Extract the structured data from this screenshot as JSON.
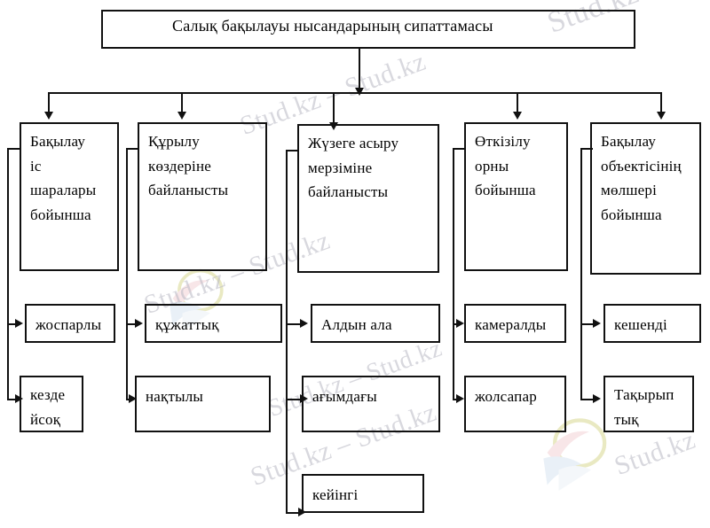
{
  "diagram": {
    "title": "Салық бақылауы нысандарының сипаттамасы",
    "language": "kk",
    "background_color": "#ffffff",
    "line_color": "#111111",
    "text_color": "#000000"
  },
  "root": {
    "label": "Салық бақылауы нысандарының сипаттамасы"
  },
  "columns": [
    {
      "id": "col-1",
      "header": "Бақылау іс шаралары бойынша",
      "header_lines": [
        "Бақылау",
        "іс",
        "шаралары",
        "бойынша"
      ],
      "children": [
        {
          "label": "жоспарлы",
          "lines": [
            "жоспарлы"
          ]
        },
        {
          "label": "кездейсоқ",
          "lines": [
            "кезде",
            "йсоқ"
          ]
        }
      ]
    },
    {
      "id": "col-2",
      "header": "Құрылу көздеріне байланысты",
      "header_lines": [
        "Құрылу",
        "көздеріне",
        "байланысты"
      ],
      "children": [
        {
          "label": "құжаттық",
          "lines": [
            "құжаттық"
          ]
        },
        {
          "label": "нақтылы",
          "lines": [
            "нақтылы"
          ]
        }
      ]
    },
    {
      "id": "col-3",
      "header": "Жүзеге асыру мерзіміне байланысты",
      "header_lines": [
        "Жүзеге асыру",
        "мерзіміне",
        "байланысты"
      ],
      "children": [
        {
          "label": "Алдын ала",
          "lines": [
            "Алдын ала"
          ]
        },
        {
          "label": "ағымдағы",
          "lines": [
            "ағымдағы"
          ]
        },
        {
          "label": "кейінгі",
          "lines": [
            "кейінгі"
          ]
        }
      ]
    },
    {
      "id": "col-4",
      "header": "Өткізілу орны бойынша",
      "header_lines": [
        "Өткізілу",
        "орны",
        "бойынша"
      ],
      "children": [
        {
          "label": "камералды",
          "lines": [
            "камералды"
          ]
        },
        {
          "label": "жолсапар",
          "lines": [
            "жолсапар"
          ]
        }
      ]
    },
    {
      "id": "col-5",
      "header": "Бақылау объектісінің мөлшері бойынша",
      "header_lines": [
        "Бақылау",
        "объектісінің",
        "мөлшері",
        "бойынша"
      ],
      "children": [
        {
          "label": "кешенді",
          "lines": [
            "кешенді"
          ]
        },
        {
          "label": "Тақырыптық",
          "lines": [
            "Тақырып",
            "тық"
          ]
        }
      ]
    }
  ],
  "watermarks": {
    "text_primary": "Stud.kz",
    "text_full": "Stud.kz – Stud.kz",
    "color": "#b9b9c4",
    "instances": [
      "Stud.kz – Stud.kz",
      "Stud.kz – Stud.kz",
      "Stud.kz – Stud.kz",
      "Stud.kz – Stud.kz",
      "Stud.kz",
      "Stud.kz"
    ]
  }
}
